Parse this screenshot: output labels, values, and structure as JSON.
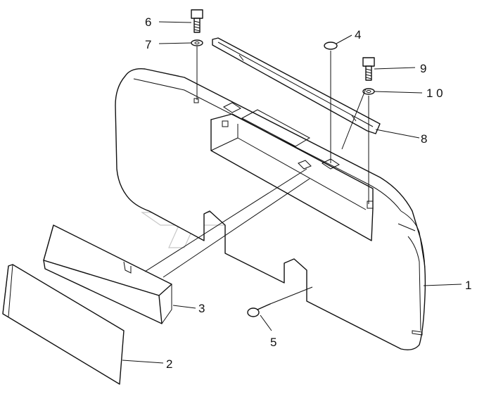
{
  "callouts": [
    {
      "id": "c1",
      "text": "1"
    },
    {
      "id": "c2",
      "text": "2"
    },
    {
      "id": "c3",
      "text": "3"
    },
    {
      "id": "c4",
      "text": "4"
    },
    {
      "id": "c5",
      "text": "5"
    },
    {
      "id": "c6",
      "text": "6"
    },
    {
      "id": "c7",
      "text": "7"
    },
    {
      "id": "c8",
      "text": "8"
    },
    {
      "id": "c9",
      "text": "9"
    },
    {
      "id": "c10",
      "text": "1 0"
    }
  ]
}
